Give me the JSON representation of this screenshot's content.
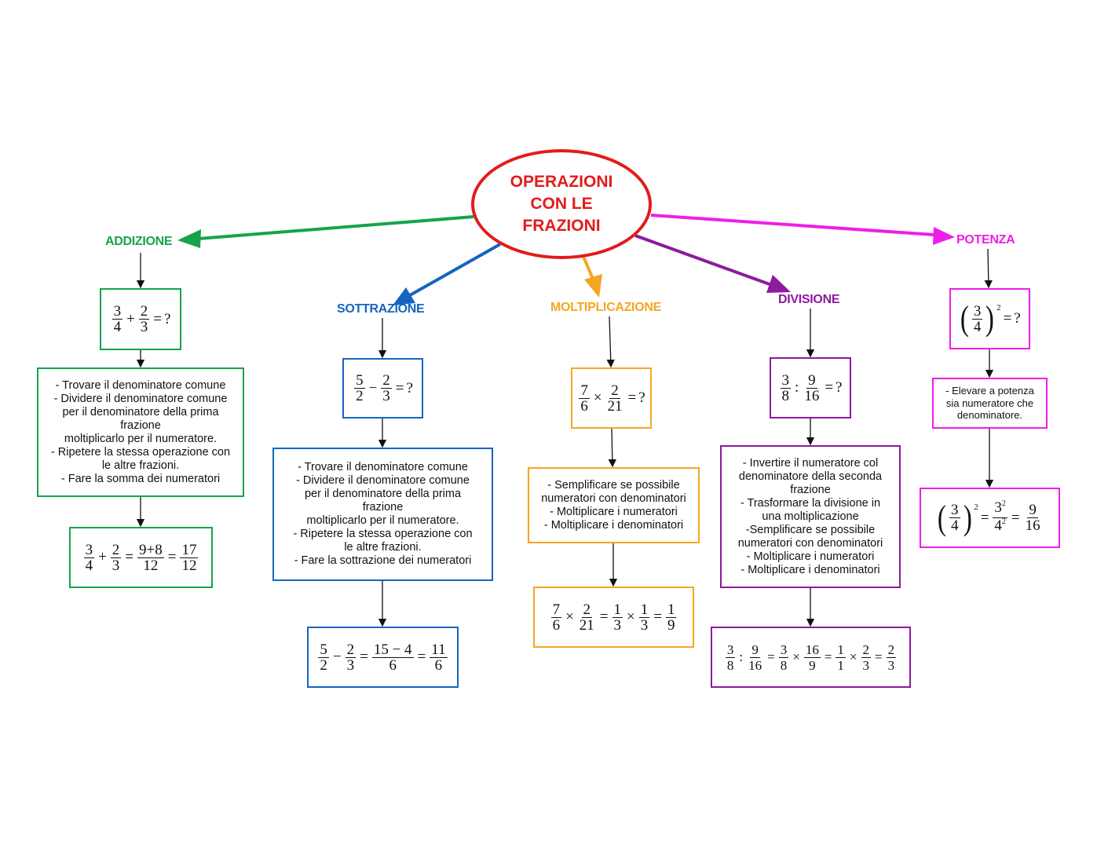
{
  "title": {
    "lines": [
      "OPERAZIONI",
      "CON LE",
      "FRAZIONI"
    ],
    "color": "#e21b1b"
  },
  "colors": {
    "addizione": "#16a34a",
    "sottrazione": "#1565c0",
    "moltiplicazione": "#f5a623",
    "divisione": "#8e1a9e",
    "potenza": "#ee1ee8"
  },
  "branches": {
    "addizione": {
      "label": "ADDIZIONE",
      "problem": {
        "a": {
          "n": "3",
          "d": "4"
        },
        "op": "+",
        "b": {
          "n": "2",
          "d": "3"
        },
        "eq": "=",
        "q": "?"
      },
      "steps": "- Trovare il denominatore comune\n- Dividere il denominatore comune\nper il denominatore della prima\nfrazione\nmoltiplicarlo per il numeratore.\n- Ripetere la stessa operazione con\nle altre frazioni.\n- Fare la somma dei numeratori",
      "solution": {
        "a": {
          "n": "3",
          "d": "4"
        },
        "op": "+",
        "b": {
          "n": "2",
          "d": "3"
        },
        "eq": "=",
        "mid": {
          "n": "9+8",
          "d": "12"
        },
        "res": {
          "n": "17",
          "d": "12"
        }
      }
    },
    "sottrazione": {
      "label": "SOTTRAZIONE",
      "problem": {
        "a": {
          "n": "5",
          "d": "2"
        },
        "op": "−",
        "b": {
          "n": "2",
          "d": "3"
        },
        "eq": "=",
        "q": "?"
      },
      "steps": "- Trovare il denominatore comune\n- Dividere il denominatore comune\nper il denominatore della prima\nfrazione\nmoltiplicarlo per il numeratore.\n- Ripetere la stessa operazione con\nle altre frazioni.\n- Fare la sottrazione dei numeratori",
      "solution": {
        "a": {
          "n": "5",
          "d": "2"
        },
        "op": "−",
        "b": {
          "n": "2",
          "d": "3"
        },
        "eq": "=",
        "mid": {
          "n": "15 − 4",
          "d": "6"
        },
        "res": {
          "n": "11",
          "d": "6"
        }
      }
    },
    "moltiplicazione": {
      "label": "MOLTIPLICAZIONE",
      "problem": {
        "a": {
          "n": "7",
          "d": "6"
        },
        "op": "×",
        "b": {
          "n": "2",
          "d": "21"
        },
        "eq": "=",
        "q": "?"
      },
      "steps": "- Semplificare se possibile\nnumeratori con denominatori\n- Moltiplicare i numeratori\n- Moltiplicare i denominatori",
      "solution": {
        "a": {
          "n": "7",
          "d": "6"
        },
        "op": "×",
        "b": {
          "n": "2",
          "d": "21"
        },
        "eq": "=",
        "c": {
          "n": "1",
          "d": "3"
        },
        "op2": "×",
        "e": {
          "n": "1",
          "d": "3"
        },
        "res": {
          "n": "1",
          "d": "9"
        }
      }
    },
    "divisione": {
      "label": "DIVISIONE",
      "problem": {
        "a": {
          "n": "3",
          "d": "8"
        },
        "op": ":",
        "b": {
          "n": "9",
          "d": "16"
        },
        "eq": "=",
        "q": "?"
      },
      "steps": "- Invertire il numeratore col\ndenominatore della seconda\nfrazione\n- Trasformare la divisione in\nuna moltiplicazione\n-Semplificare se possibile\nnumeratori con denominatori\n- Moltiplicare i numeratori\n- Moltiplicare i denominatori",
      "solution": {
        "a": {
          "n": "3",
          "d": "8"
        },
        "op": ":",
        "b": {
          "n": "9",
          "d": "16"
        },
        "eq": "=",
        "c": {
          "n": "3",
          "d": "8"
        },
        "op2": "×",
        "e": {
          "n": "16",
          "d": "9"
        },
        "f": {
          "n": "1",
          "d": "1"
        },
        "op3": "×",
        "g": {
          "n": "2",
          "d": "3"
        },
        "res": {
          "n": "2",
          "d": "3"
        }
      }
    },
    "potenza": {
      "label": "POTENZA",
      "problem": {
        "a": {
          "n": "3",
          "d": "4"
        },
        "exp": "2",
        "eq": "=",
        "q": "?"
      },
      "steps": "- Elevare a potenza\nsia numeratore che\ndenominatore.",
      "solution": {
        "a": {
          "n": "3",
          "d": "4"
        },
        "exp": "2",
        "eq": "=",
        "mid": {
          "n": "3",
          "d": "4",
          "exp": "2"
        },
        "res": {
          "n": "9",
          "d": "16"
        }
      }
    }
  }
}
